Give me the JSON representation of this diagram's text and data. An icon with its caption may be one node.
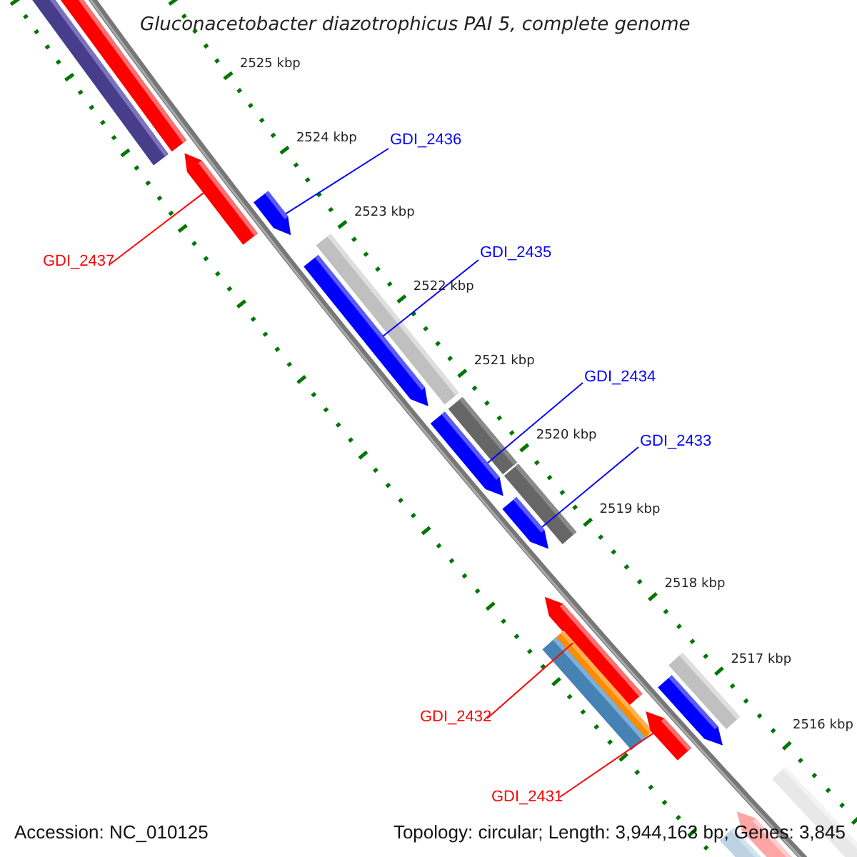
{
  "diagram": {
    "title": "Gluconacetobacter diazotrophicus PAI 5, complete genome",
    "nodes": [
      {
        "text": [],
        "shape": "bar"
      },
      {
        "text": [],
        "shape": "bar"
      },
      {
        "text": [
          "GDI_2437"
        ]
      },
      {
        "text": [],
        "shape": "arrow"
      },
      {
        "text": [
          "GDI_2436"
        ]
      },
      {
        "text": [],
        "shape": "arrow"
      },
      {
        "text": [
          "GDI_2435"
        ]
      },
      {
        "text": [],
        "shape": "bar"
      },
      {
        "text": [],
        "shape": "arrow"
      },
      {
        "text": [
          "GDI_2434"
        ]
      },
      {
        "text": [],
        "shape": "arrow"
      },
      {
        "text": [],
        "shape": "bar"
      },
      {
        "text": [],
        "shape": "bar"
      },
      {
        "text": [
          "GDI_2433"
        ]
      },
      {
        "text": [],
        "shape": "arrow"
      },
      {
        "text": [],
        "shape": "arrow"
      },
      {
        "text": [],
        "shape": "bar"
      },
      {
        "text": [],
        "shape": "bar"
      },
      {
        "text": [
          "GDI_2432"
        ]
      },
      {
        "text": [],
        "shape": "arrow"
      },
      {
        "text": [],
        "shape": "arrow"
      },
      {
        "text": [],
        "shape": "bar"
      },
      {
        "text": [
          "GDI_2431"
        ]
      },
      {
        "text": [],
        "shape": "arrow"
      },
      {
        "text": [],
        "shape": "bar"
      },
      {
        "text": [],
        "shape": "bar"
      }
    ],
    "edges": [
      {
        "from": 2,
        "to": 3,
        "arrow": "none",
        "color": "#ff0000"
      },
      {
        "from": 4,
        "to": 5,
        "arrow": "none"
      },
      {
        "from": 6,
        "to": 8,
        "arrow": "none"
      },
      {
        "from": 9,
        "to": 10,
        "arrow": "none"
      },
      {
        "from": 13,
        "to": 14,
        "arrow": "none"
      },
      {
        "from": 18,
        "to": 15,
        "arrow": "none",
        "color": "#ff0000"
      },
      {
        "from": 22,
        "to": 19,
        "arrow": "none",
        "color": "#ff0000"
      }
    ],
    "labels": [
      "2525 kbp",
      "2524 kbp",
      "2523 kbp",
      "2522 kbp",
      "2521 kbp",
      "2520 kbp",
      "2519 kbp",
      "2518 kbp",
      "2517 kbp",
      "2516 kbp",
      "Accession: NC_010125",
      "Topology: circular; Length: 3,944,163 bp; Genes: 3,845"
    ]
  }
}
